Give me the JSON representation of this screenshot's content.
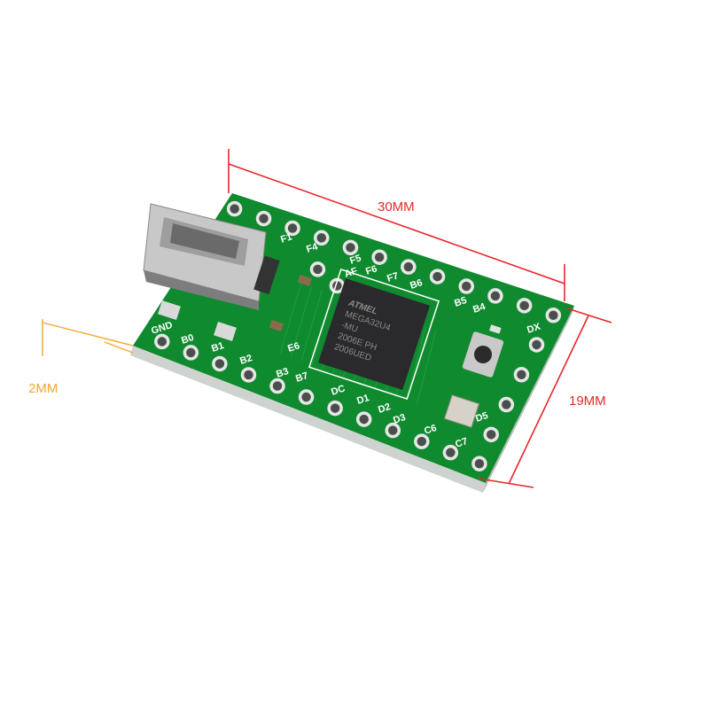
{
  "dimensions": {
    "length_label": "30MM",
    "width_label": "19MM",
    "thickness_label": "2MM"
  },
  "colors": {
    "board": "#0f8a2f",
    "dimension_line": "#e8262a",
    "thickness_line": "#f0a830",
    "silkscreen": "#ffffff",
    "chip": "#2a2a2c"
  },
  "chip": {
    "lines": [
      "ATMEL",
      "MEGA32U4",
      "-MU",
      "2006E   PH",
      "2006UED"
    ]
  },
  "pin_labels": [
    "GND",
    "B0",
    "B1",
    "B2",
    "E6",
    "B3",
    "B7",
    "DC",
    "D1",
    "D2",
    "D3",
    "C6",
    "C7",
    "D5",
    "F1",
    "F4",
    "F5",
    "F6",
    "F7",
    "B6",
    "B5",
    "B4",
    "AF",
    "DX"
  ]
}
